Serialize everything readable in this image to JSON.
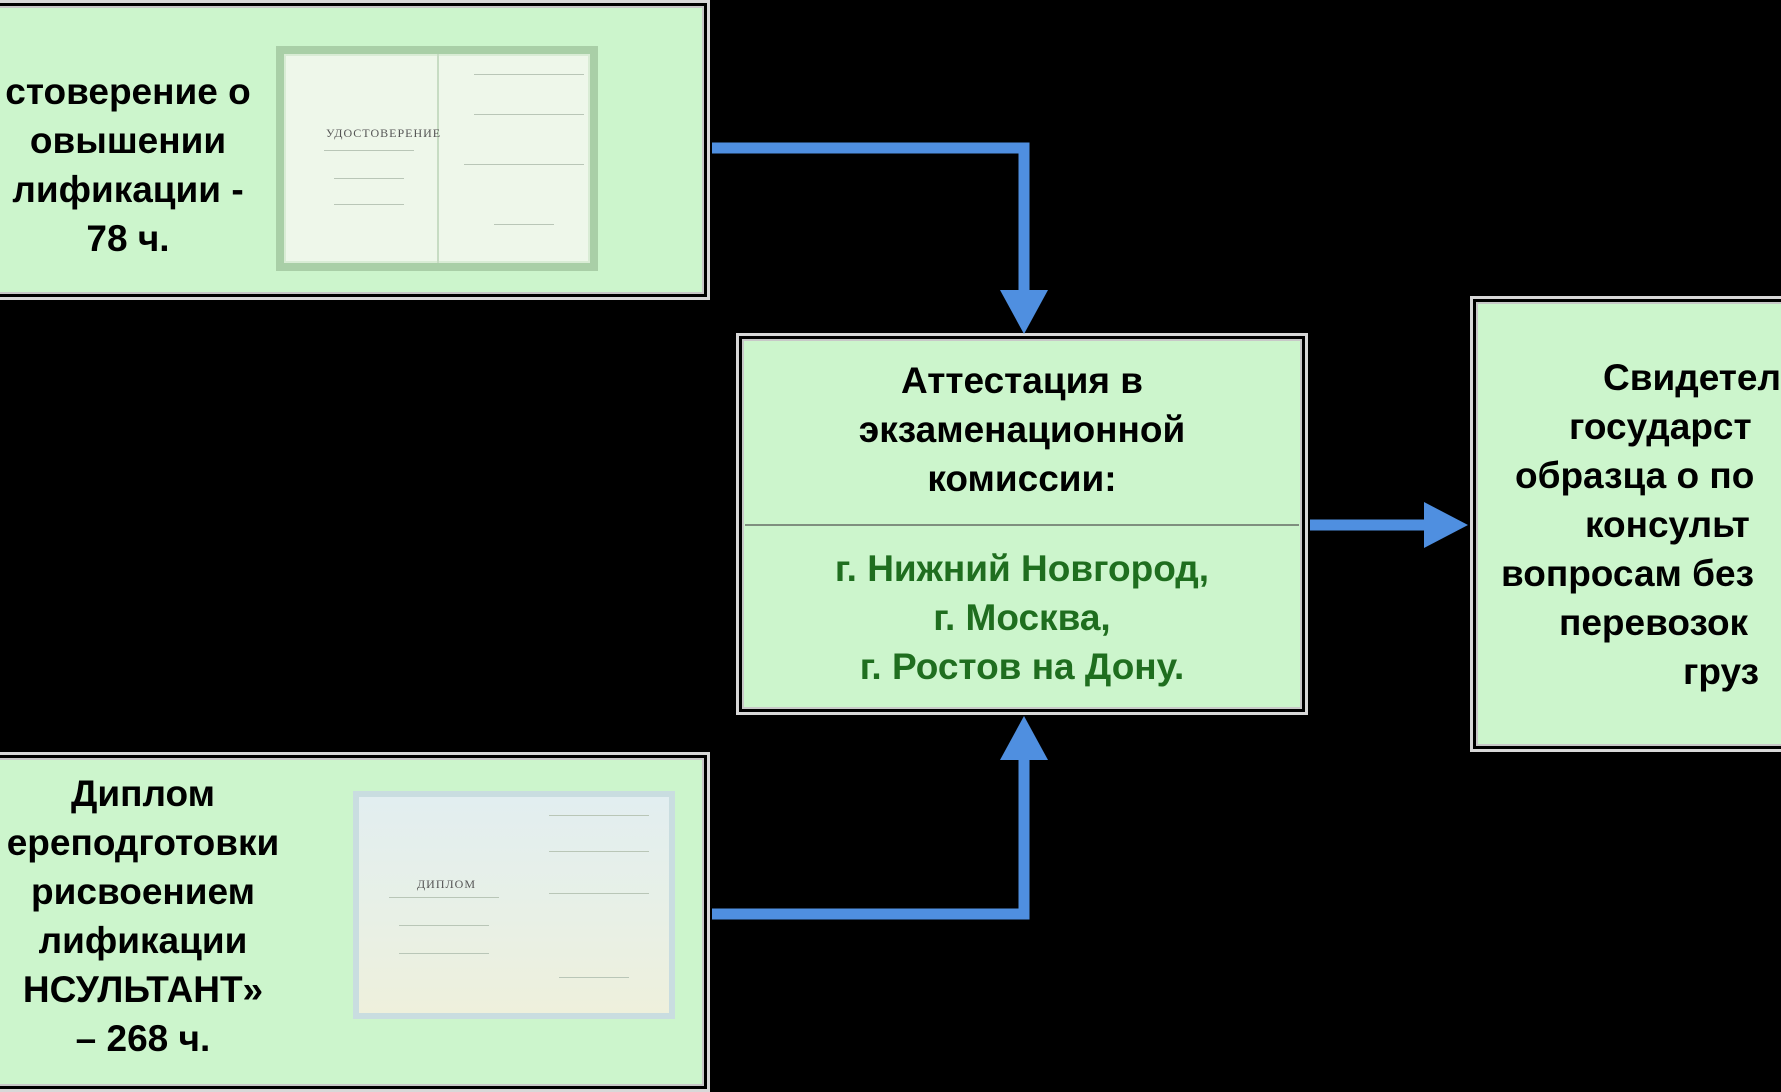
{
  "nodes": {
    "certificate": {
      "lines": [
        "стоверение о",
        "овышении",
        "лификации -",
        "78 ч."
      ],
      "doc_title": "УДОСТОВЕРЕНИЕ"
    },
    "diploma": {
      "lines": [
        "Диплом",
        "ереподготовки",
        "рисвоением",
        "лификации",
        "НСУЛЬТАНТ»",
        "– 268 ч."
      ],
      "doc_title": "ДИПЛОМ"
    },
    "attestation": {
      "title_lines": [
        "Аттестация в",
        "экзаменационной",
        "комиссии:"
      ],
      "city_lines": [
        "г. Нижний Новгород,",
        "г. Москва,",
        "г. Ростов на Дону."
      ]
    },
    "result": {
      "lines": [
        "Свидетел",
        "государст",
        "образца о по",
        "консульт",
        "вопросам без",
        "перевозок",
        "груз"
      ]
    }
  },
  "colors": {
    "background": "#000000",
    "box_fill": "#ccf5cc",
    "arrow": "#4f8fe0",
    "city_text": "#1f6e1f"
  }
}
